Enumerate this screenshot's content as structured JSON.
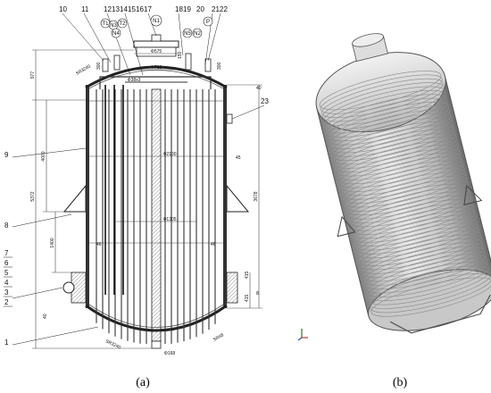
{
  "panel_a": {
    "caption": "(a)",
    "part_labels": {
      "top": [
        "10",
        "11",
        "12",
        "13",
        "14",
        "15",
        "16",
        "17",
        "18",
        "19",
        "20",
        "21",
        "22"
      ],
      "right": [
        "23"
      ],
      "left_9": "9",
      "left_8": "8",
      "left_stack": [
        "7",
        "6",
        "5",
        "4",
        "3",
        "2"
      ],
      "left_1": "1"
    },
    "nozzles": [
      "T1",
      "N3",
      "T2",
      "N4",
      "N1",
      "N5",
      "N2",
      "P"
    ],
    "dimensions": {
      "d_top_flange": "Φ575",
      "d_mid": "Φ718",
      "d_pipe": "Φ38x3",
      "d_shell": "Φ2100",
      "d_inner": "Φ1305",
      "d_bottom": "Φ168",
      "h_total": "5372",
      "h_shell": "4000",
      "h_977": "977",
      "h_1400": "1400",
      "h_3678": "3678",
      "v_40_top": "40",
      "v_45": "45",
      "v_46_left": "46",
      "v_46_right": "46",
      "v_415a": "415",
      "v_415b": "415",
      "v_8": "8",
      "v_40_bottom": "40",
      "v_300": "300",
      "v_300b": "300",
      "v_150": "150",
      "sr_top": "SR3240",
      "sr_bottom": "SR3240",
      "sr_c": "SR48"
    }
  },
  "panel_b": {
    "caption": "(b)"
  }
}
